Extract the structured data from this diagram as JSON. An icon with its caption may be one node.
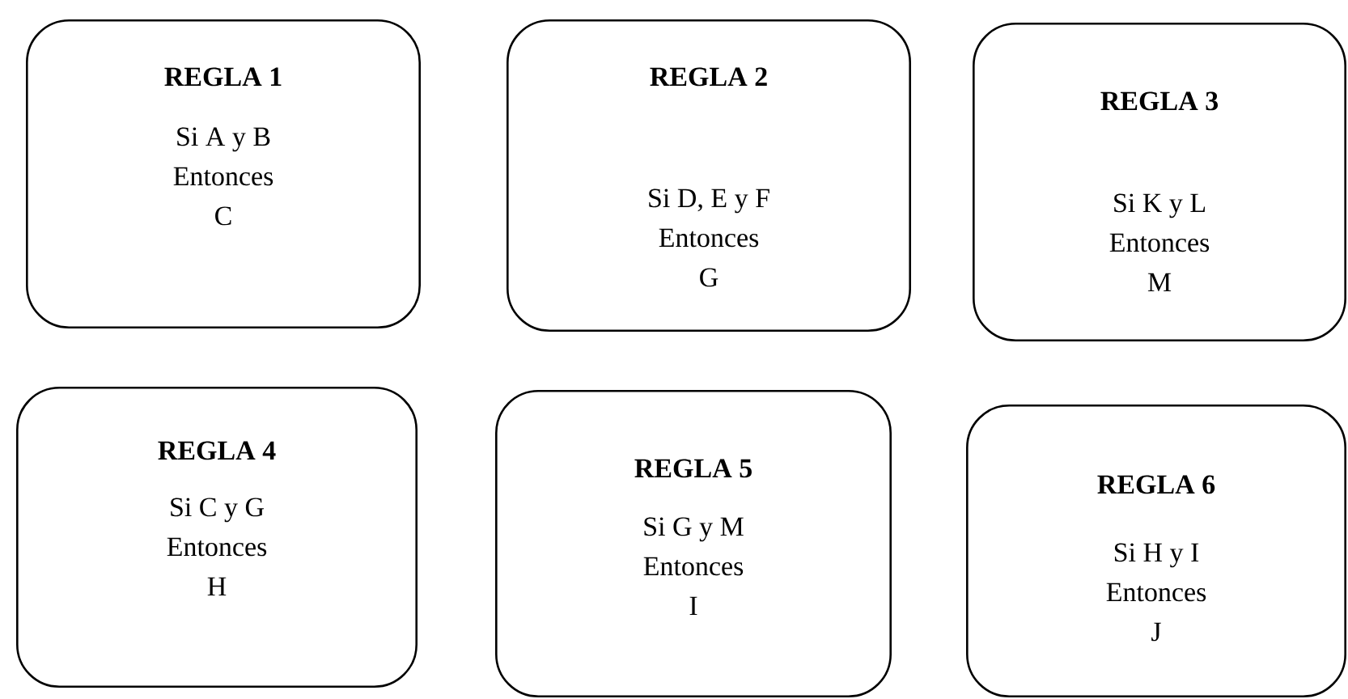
{
  "diagram": {
    "nodes": [
      {
        "text": [
          "REGLA 1",
          "Si A y B",
          "Entonces",
          "C"
        ]
      },
      {
        "text": [
          "REGLA 2",
          "Si D, E y F",
          "Entonces",
          "G"
        ]
      },
      {
        "text": [
          "REGLA 3",
          "Si K y L",
          "Entonces",
          "M"
        ]
      },
      {
        "text": [
          "REGLA 4",
          "Si C y G",
          "Entonces",
          "H"
        ]
      },
      {
        "text": [
          "REGLA 5",
          "Si G y M",
          "Entonces",
          "I"
        ]
      },
      {
        "text": [
          "REGLA 6",
          "Si H y I",
          "Entonces",
          "J"
        ]
      }
    ]
  }
}
